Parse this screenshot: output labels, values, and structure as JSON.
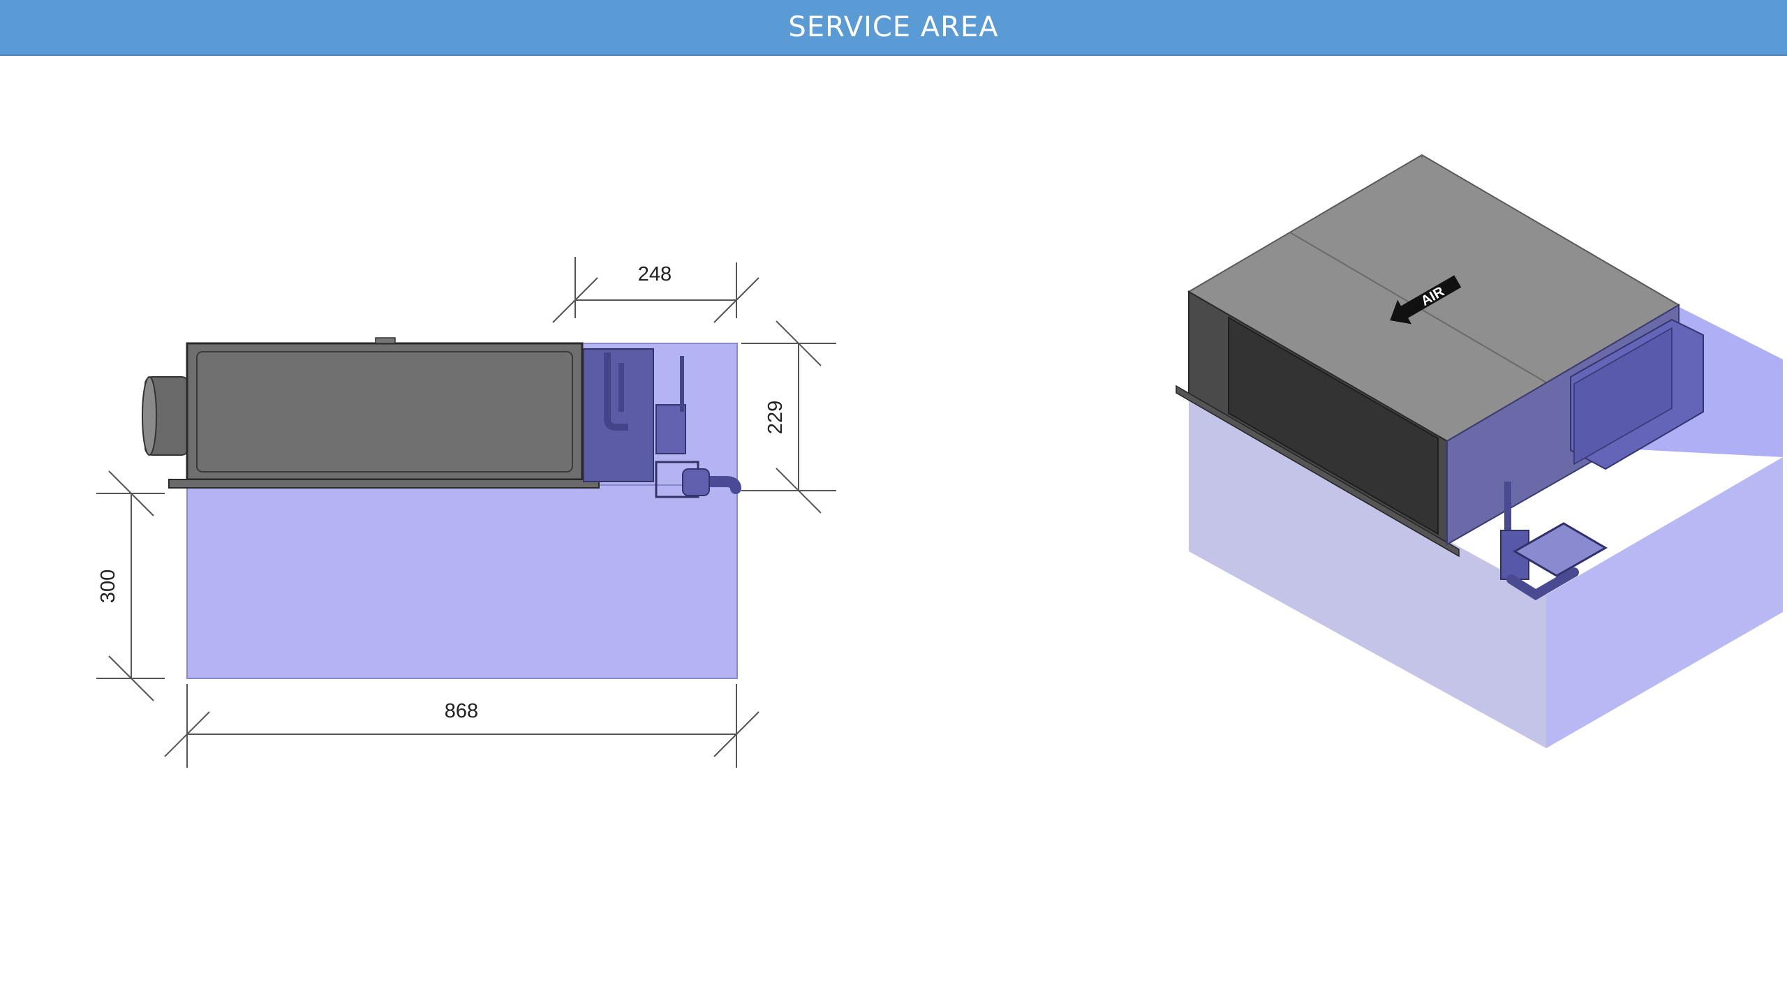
{
  "header": {
    "title": "SERVICE AREA"
  },
  "colors": {
    "header_bg": "#5b9bd5",
    "header_text": "#ffffff",
    "service_zone": "#b4b4f2",
    "unit_body": "#6f6f6f",
    "unit_top": "#8e8e8e",
    "dimension_line": "#555555"
  },
  "side_view": {
    "dimensions": {
      "width": "868",
      "service_height": "300",
      "unit_height": "229",
      "service_side": "248"
    }
  },
  "iso_view": {
    "airflow_label": "AIR"
  }
}
